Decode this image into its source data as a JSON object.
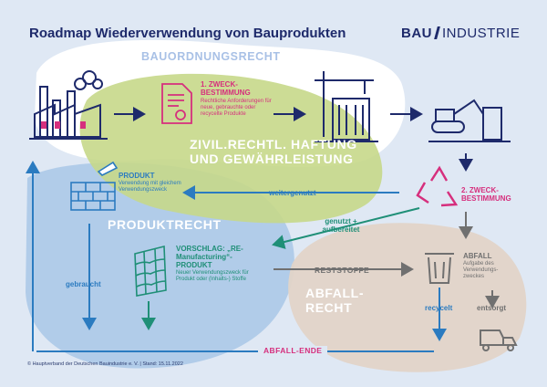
{
  "title": "Roadmap Wiederverwendung von Bauprodukten",
  "logo": {
    "bold": "BAU",
    "regular": "INDUSTRIE"
  },
  "regions": {
    "bauordnungsrecht": "BAUORDNUNGSRECHT",
    "zivilrecht": "ZIVIL.RECHTL. HAFTUNG UND GEWÄHRLEISTUNG",
    "produktrecht": "PRODUKTRECHT",
    "abfallrecht": "ABFALL-RECHT"
  },
  "nodes": {
    "zweck1": {
      "title": "1. ZWECK-BESTIMMUNG",
      "text": "Rechtliche Anforderungen für neue, gebrauchte oder recycelte Produkte"
    },
    "zweck2": {
      "title": "2. ZWECK-BESTIMMUNG"
    },
    "produkt": {
      "title": "PRODUKT",
      "text": "Verwendung mit gleichem Verwendungszweck"
    },
    "vorschlag": {
      "title": "VORSCHLAG: „RE-Manufacturing“-PRODUKT",
      "text": "Neuer Verwendungszweck für Produkt oder (Inhalts-) Stoffe"
    },
    "abfall": {
      "title": "ABFALL",
      "text": "Aufgabe des Verwendungs-zweckes"
    }
  },
  "edge_labels": {
    "weitergenutzt": "weitergenutzt",
    "genutzt_aufbereitet": "genutzt + aufbereitet",
    "gebraucht": "gebraucht",
    "reststoffe": "RESTSTOFFE",
    "recycelt": "recycelt",
    "entsorgt": "entsorgt",
    "abfall_ende": "ABFALL-ENDE"
  },
  "icons": [
    "factory-icon",
    "certificate-icon",
    "crane-building-icon",
    "excavator-icon",
    "recycle-icon",
    "brick-wall-icon",
    "roof-tiles-icon",
    "trash-bin-icon",
    "garbage-truck-icon"
  ],
  "colors": {
    "navy": "#1e2a6b",
    "pink": "#d62f7d",
    "blue": "#2b7bc0",
    "green": "#1f8f77",
    "gray": "#707070",
    "bg_blue": "#dfe8f4",
    "green_blob": "#c6d88a",
    "blue_blob": "#a9c7e6",
    "beige_blob": "#e2d4c8"
  },
  "footer": "© Hauptverband der Deutschen Bauindustrie e. V. | Stand: 15.11.2022"
}
